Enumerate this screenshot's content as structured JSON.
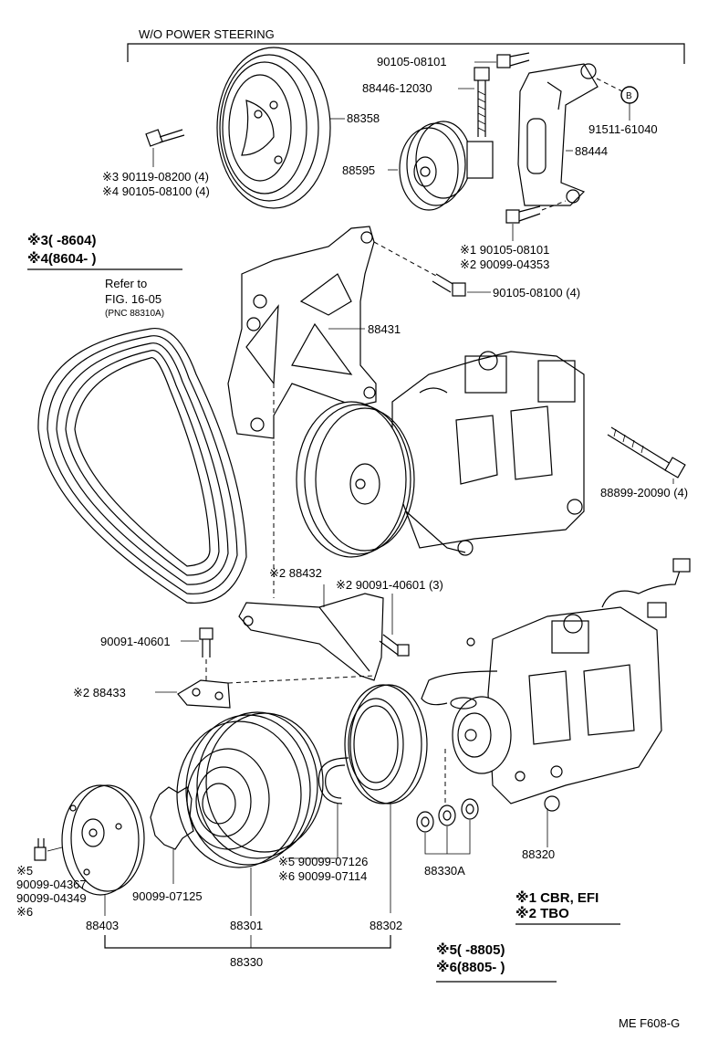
{
  "header": {
    "title": "W/O POWER STEERING"
  },
  "labels": {
    "p88358": "88358",
    "b90105_08101_top": "90105-08101",
    "b88446": "88446-12030",
    "p88444": "88444",
    "markB": "B",
    "b91511": "91511-61040",
    "p88595": "88595",
    "bolt3": "※3 90119-08200 (4)",
    "bolt4": "※4 90105-08100 (4)",
    "note3": "※3(      -8604)",
    "note4": "※4(8604-      )",
    "b1": "※1 90105-08101",
    "b2": "※2 90099-04353",
    "refer1": "Refer to",
    "refer2": "FIG. 16-05",
    "refer3": "(PNC 88310A)",
    "b90105_08100": "90105-08100 (4)",
    "p88431": "88431",
    "b88899": "88899-20090 (4)",
    "p88432": "※2 88432",
    "b90091_3": "※2 90091-40601 (3)",
    "b90091": "90091-40601",
    "p88433": "※2 88433",
    "w5": "※5 90099-07126",
    "w6": "※6 90099-07114",
    "s5": "※5",
    "s5v": "90099-04367",
    "s6v": "90099-04349",
    "s6": "※6",
    "r07125": "90099-07125",
    "p88403": "88403",
    "p88301": "88301",
    "p88302": "88302",
    "p88330A": "88330A",
    "p88320": "88320",
    "p88330": "88330",
    "legend1": "※1 CBR, EFI",
    "legend2": "※2 TBO",
    "legend5": "※5(      -8805)",
    "legend6": "※6(8805-      )",
    "code": "ME  F608-G"
  }
}
